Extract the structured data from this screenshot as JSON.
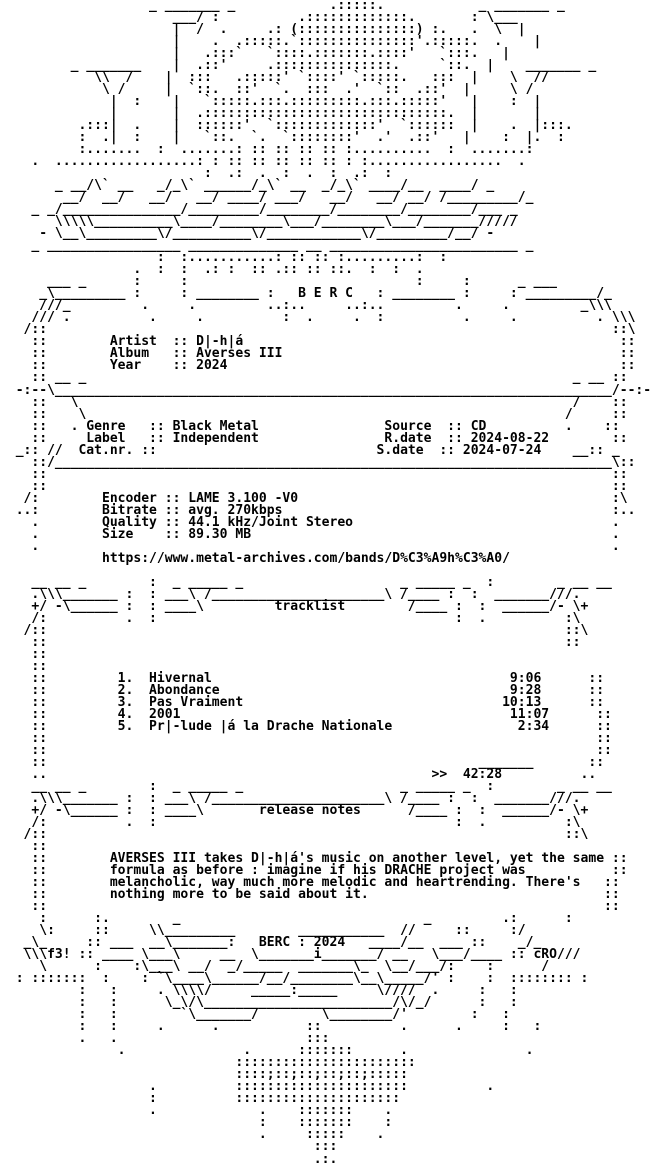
{
  "nfo": {
    "lines": [
      "                   _ _______ _            .:::::.            _ _______ _",
      "                      ___/ :          .:::::::::::::.       : \\___",
      "                      |  /  .     .: (:::::::::::::::) :.   .  \\  |",
      "                      |    .  .:::::.`:::::::::::::::'.:::::.  .    |",
      "                      |   .:::`   `::::.:::::::.::::'   `:::.   |",
      "         _ _______    |  .::'     .:::::::::::::::.     `::.  |    _______ _",
      "            \\\\  /    |  :::   .:::::' `::::' `:::::.   :::  |    \\  //",
      "             \\ /     |  `::.  ::'  `.  :::  .'  `::  .::'  |     \\ /",
      "              |  :    |   `:::::.:::.:::::::::.:::.:::::'   |    :  |",
      "              |       |  .:::::::::::::::::::::::::::::::.  |       |",
      "          .:::|  .    |  ::::::'  `:::::::::::::'  `::::::  |    .  |:::.",
      "          :  .|  :    |   `::.  `.  `::::::::'  .'  .::'   |    :  |.  :",
      "          :.......  :  .......: :: :: :: :: :..........  :  .......:",
      "    .  ..................: : :: :: :: :: :: : :.................  .",
      "                          :  .:  .  :  .  :  .:  :",
      "       _ __/\\` __   _/_\\` ______/_\\` __  _/_\\` ____/__  ____/ _",
      "        __/  __/   __/   __/ ____/ ___/   __/   __/ __/ /_________/_",
      "    _ _/_______________/_________/________/________/________/___ _",
      "       \\\\\\\\\\__________\\____/________\\___/________\\___/_______/////",
      "     - \\__\\_________\\/__________\\/____________\\/_________/__/ -",
      "    _ _________________ ______________ __ ________________________ _",
      "                    :  :...........: :: :: :.........:  :",
      "                 .  :  :  .: :  :: .:: :: ::.  :  :  .",
      "      ___ _      :     :                             :     :      _ ___",
      "     _\\_________ :     : ________ :   B E R C   : ________ :     : _________/_",
      "     ///_         .     .         ..:..     ..:..         .     .         _\\\\\\",
      "    /// .          .     .          :  .     .  :          .     .          . \\\\\\",
      "   /::                                                                        ::\\",
      "    ::        Artist  :: D|-h|á                                                ::",
      "    ::        Album   :: Averses III                                           ::",
      "    ::        Year    :: 2024                                                  ::",
      "    :: __ _                                                              _ __ ::",
      "  -:--\\_______________________________________________________________________/--:-",
      "    ::   \\                                                               /    ::",
      "    ::    \\                                                             /     ::",
      "    ::   . Genre   :: Black Metal                Source  :: CD          .    ::",
      "    ::     Label   :: Independent                R.date  :: 2024-08-22        ::",
      "  _:: //  Cat.nr. ::                            S.date  :: 2024-07-24    __:: _",
      "    ::/_______________________________________________________________________\\::",
      "    ::                                                                        ::",
      "    ::                                                                        ::",
      "   /:        Encoder :: LAME 3.100 -V0                                        :\\",
      "  ..:        Bitrate :: avg. 270kbps                                          :..",
      "    .        Quality :: 44.1 kHz/Joint Stereo                                 .",
      "    .        Size    :: 89.30 MB                                              .",
      "    .                                                                         .",
      "             https://www.metal-archives.com/bands/D%C3%A9h%C3%A0/",
      "",
      "    __ __ _        :  _ _____ _                    _ _____ _  :        _ __ __",
      "    .\\\\\\_______ :  : ___\\ /______________________\\ /____ :  :  _______///.",
      "    +/ -\\______ :  : ____\\         tracklist        /____ :  :  ______/- \\+",
      "    /:          .  :                                      :  .          :\\",
      "   /::                                                                  ::\\",
      "    ::                                                                  ::",
      "    ::",
      "    ::",
      "    ::         1.  Hivernal                                      9:06      ::",
      "    ::         2.  Abondance                                     9:28      ::",
      "    ::         3.  Pas Vraiment                                 10:13      ::",
      "    ::         4.  2001                                          11:07      ::",
      "    ::         5.  Pr|-lude |á la Drache Nationale                2:34      ::",
      "    ::                                                                      ::",
      "    ::                                                                      ::",
      "    ::                                                       _______       ::",
      "    ..                                                 >>  42:28          ..",
      "    __ __ _        :  _ _____ _                    _ _____ _  :        _ __ __",
      "    .\\\\\\_______ :  : ___\\ /______________________\\ /____ :  :  _______///.",
      "    +/ -\\______ :  : ____\\       release notes      /____ :  :  ______/- \\+",
      "    /:          .  :                                      :  .          :\\",
      "   /::                                                                  ::\\",
      "    ::",
      "    ::        AVERSES III takes D|-h|á's music on another level, yet the same ::",
      "    ::        formula as before : imagine if his DRACHE project was           ::",
      "    ::        melancholic, way much more melodic and heartrending. There's   ::",
      "    ::        nothing more to be said about it.                              ::",
      "    ::                                                                       ::",
      "     :      :.        _                               _         .:      :",
      "     \\:     ::     \\\\_________        ___________  //     ::     :/",
      "   _\\_     :: ___  __\\_______:   BERC : 2024   ____/__  ___ ::    _/_",
      "   \\\\\\f3! :: ____ \\___\\     __  \\_______i_______/ __   \\___/____ :: cRO///",
      "     \\      :    :\\___\\ __/  _/_____  _______\\_  \\__/___/:    :      /",
      "  : :::::::  :    : `\\____\\______/__/________\\__\\_____/' :    :  :::::::: :",
      "          :   :     . \\\\\\\\/     _____:_____     \\////  .     :   :",
      "          :   :      \\_\\/\\________________________/\\/_/      :   :",
      "          :   :        `\\_______/        \\________/'        :   :",
      "          :   :     .      .           ::          .      .     :   :",
      "          .   .                        :::",
      "               .               .      :::::::      .               .",
      "                              :::::::::::::::::::::::",
      "                              ::::;::;::;::;::;:::::",
      "                   .          ::::::::::::::::::::::          .",
      "                   :          :::::::::::::::::::::",
      "                   .             .    :::::::    .",
      "                                 :    :::::::    :",
      "                                 .     :::::    .",
      "                                        :::",
      "                                        .:."
    ]
  }
}
